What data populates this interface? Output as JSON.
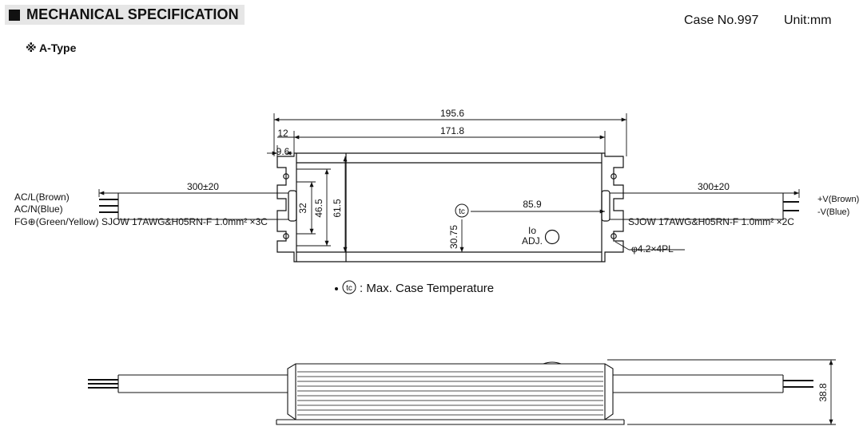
{
  "header": {
    "title": "MECHANICAL SPECIFICATION",
    "case_no": "Case No.997",
    "unit": "Unit:mm"
  },
  "subtitle": "※ A-Type",
  "dimensions": {
    "overall_length": "195.6",
    "body_length": "171.8",
    "flange": "12",
    "hole_offset": "9.6",
    "hole_spacing_h": "32",
    "hole_spacing_v": "46.5",
    "body_width": "61.5",
    "tc_to_edge": "85.9",
    "tc_from_bottom": "30.75",
    "height": "38.8"
  },
  "cables": {
    "input_length": "300±20",
    "output_length": "300±20",
    "input_labels": [
      "AC/L(Brown)",
      "AC/N(Blue)"
    ],
    "input_fg": "FG⊕(Green/Yellow) SJOW 17AWG&H05RN-F  1.0mm² ×3C",
    "output_labels": [
      "+V(Brown)",
      "-V(Blue)"
    ],
    "output_spec": "SJOW 17AWG&H05RN-F  1.0mm² ×2C"
  },
  "holes": "φ4.2×4PL",
  "tc_symbol": "tc",
  "io_adj": [
    "Io",
    "ADJ."
  ],
  "legend": ": Max. Case Temperature"
}
